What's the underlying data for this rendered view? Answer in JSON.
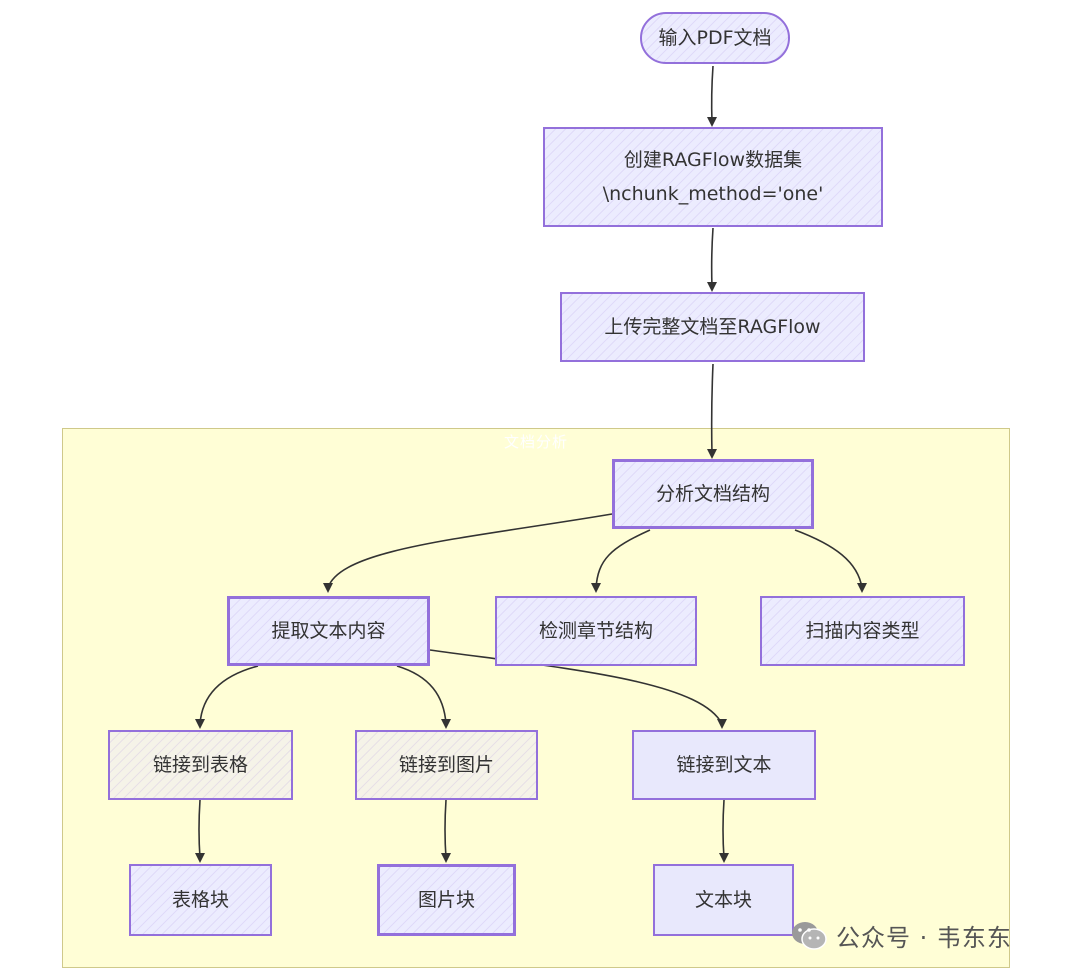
{
  "subgraph": {
    "title": "文档分析"
  },
  "nodes": {
    "input": "输入PDF文档",
    "create_line1": "创建RAGFlow数据集",
    "create_line2": "\\nchunk_method='one'",
    "upload": "上传完整文档至RAGFlow",
    "analyze": "分析文档结构",
    "extract": "提取文本内容",
    "detect": "检测章节结构",
    "scan": "扫描内容类型",
    "link_table": "链接到表格",
    "link_image": "链接到图片",
    "link_text": "链接到文本",
    "table_block": "表格块",
    "image_block": "图片块",
    "text_block": "文本块"
  },
  "watermark": {
    "text": "公众号 · 韦东东",
    "icon": "wechat-icon"
  },
  "colors": {
    "node_border": "#9370db",
    "node_fill": "#ececfe",
    "subgraph_fill": "#fffed6",
    "subgraph_border": "#cfc98a",
    "edge": "#333333"
  }
}
